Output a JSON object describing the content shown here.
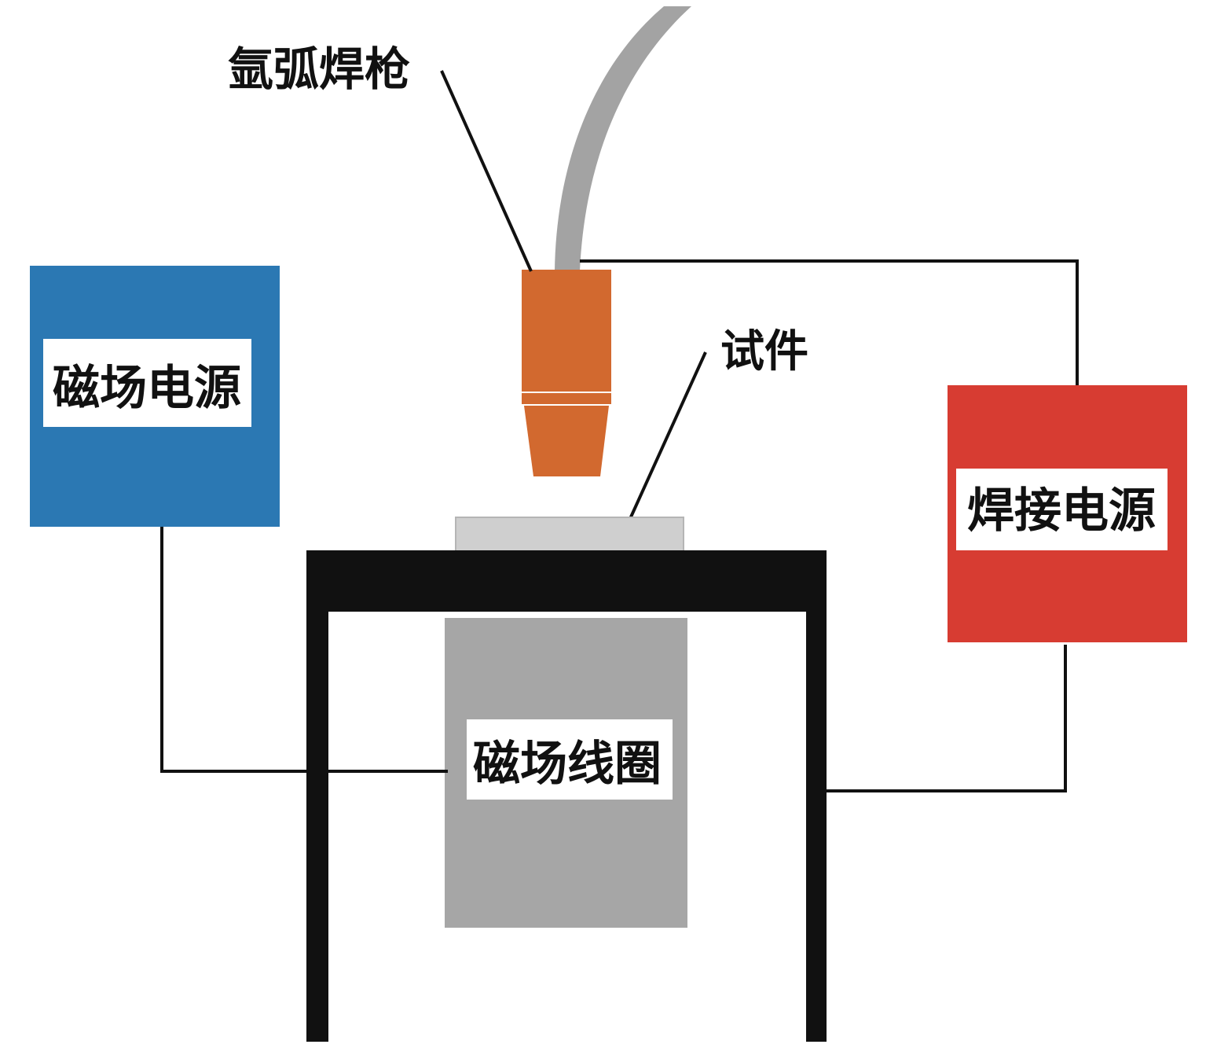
{
  "labels": {
    "torch": "氩弧焊枪",
    "specimen": "试件",
    "magnetic_power": "磁场电源",
    "welding_power": "焊接电源",
    "coil": "磁场线圈"
  },
  "colors": {
    "magnetic_power_box": "#2b78b3",
    "welding_power_box": "#d73c32",
    "torch_nozzle": "#d2692f",
    "torch_hose": "#a3a3a3",
    "specimen": "#cfcfcf",
    "coil": "#a6a6a6",
    "frame": "#111111",
    "wire": "#111111",
    "label_bg": "#ffffff"
  }
}
